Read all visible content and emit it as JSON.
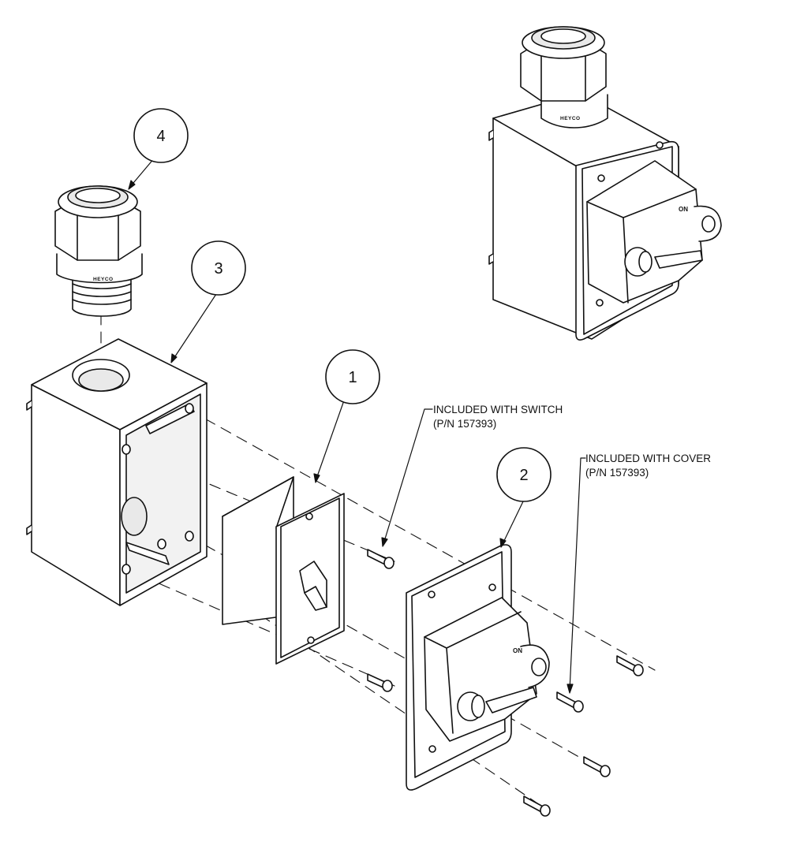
{
  "callouts": [
    {
      "label": "1"
    },
    {
      "label": "2"
    },
    {
      "label": "3"
    },
    {
      "label": "4"
    }
  ],
  "notes": {
    "switch": {
      "line1": "INCLUDED WITH SWITCH",
      "line2": "(P/N 157393)"
    },
    "cover": {
      "line1": "INCLUDED WITH COVER",
      "line2": "(P/N 157393)"
    }
  },
  "markings": {
    "gland_brand": "HEYCO",
    "toggle_on": "ON"
  },
  "colors": {
    "line": "#111111",
    "shade": "#e9e9e9",
    "background": "#ffffff"
  }
}
